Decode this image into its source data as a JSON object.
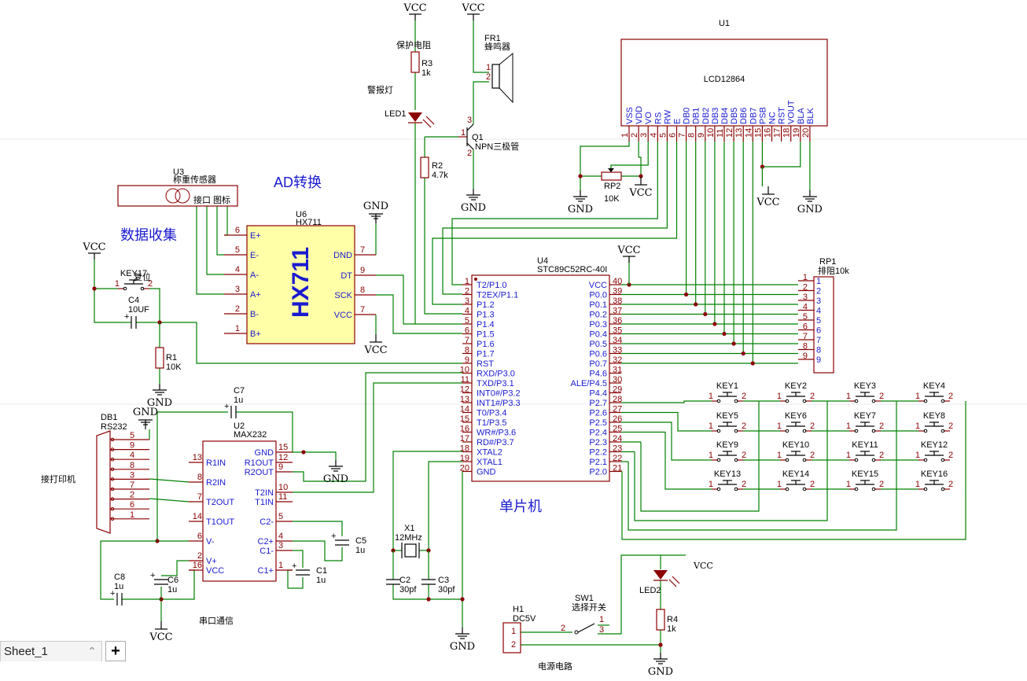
{
  "labels": {
    "ad": "AD转换",
    "data_collect": "数据收集",
    "alarm_light": "警报灯",
    "mcu": "单片机",
    "serial": "串口通信",
    "printer": "接打印机",
    "power": "电源电路"
  },
  "power": {
    "vcc": "VCC",
    "gnd": "GND"
  },
  "u1": {
    "ref": "U1",
    "name": "LCD12864",
    "pins": [
      "VSS",
      "VDD",
      "VO",
      "RS",
      "RW",
      "E",
      "DB0",
      "DB1",
      "DB2",
      "DB3",
      "DB4",
      "DB5",
      "DB6",
      "DB7",
      "PSB",
      "NC",
      "RST",
      "VOUT",
      "BLA",
      "BLK"
    ],
    "nums": [
      "1",
      "2",
      "3",
      "4",
      "5",
      "6",
      "7",
      "8",
      "9",
      "10",
      "11",
      "12",
      "13",
      "14",
      "15",
      "16",
      "17",
      "18",
      "19",
      "20"
    ]
  },
  "u4": {
    "ref": "U4",
    "name": "STC89C52RC-40I",
    "left": [
      {
        "n": "1",
        "p": "T2/P1.0"
      },
      {
        "n": "2",
        "p": "T2EX/P1.1"
      },
      {
        "n": "3",
        "p": "P1.2"
      },
      {
        "n": "4",
        "p": "P1.3"
      },
      {
        "n": "5",
        "p": "P1.4"
      },
      {
        "n": "6",
        "p": "P1.5"
      },
      {
        "n": "7",
        "p": "P1.6"
      },
      {
        "n": "8",
        "p": "P1.7"
      },
      {
        "n": "9",
        "p": "RST"
      },
      {
        "n": "10",
        "p": "RXD/P3.0"
      },
      {
        "n": "11",
        "p": "TXD/P3.1"
      },
      {
        "n": "12",
        "p": "INT0#/P3.2"
      },
      {
        "n": "13",
        "p": "INT1#/P3.3"
      },
      {
        "n": "14",
        "p": "T0/P3.4"
      },
      {
        "n": "15",
        "p": "T1/P3.5"
      },
      {
        "n": "16",
        "p": "WR#/P3.6"
      },
      {
        "n": "17",
        "p": "RD#/P3.7"
      },
      {
        "n": "18",
        "p": "XTAL2"
      },
      {
        "n": "19",
        "p": "XTAL1"
      },
      {
        "n": "20",
        "p": "GND"
      }
    ],
    "right": [
      {
        "n": "40",
        "p": "VCC"
      },
      {
        "n": "39",
        "p": "P0.0"
      },
      {
        "n": "38",
        "p": "P0.1"
      },
      {
        "n": "37",
        "p": "P0.2"
      },
      {
        "n": "36",
        "p": "P0.3"
      },
      {
        "n": "35",
        "p": "P0.4"
      },
      {
        "n": "34",
        "p": "P0.5"
      },
      {
        "n": "33",
        "p": "P0.6"
      },
      {
        "n": "32",
        "p": "P0.7"
      },
      {
        "n": "31",
        "p": "P4.6"
      },
      {
        "n": "30",
        "p": "ALE/P4.5"
      },
      {
        "n": "29",
        "p": "P4.4"
      },
      {
        "n": "28",
        "p": "P2.7"
      },
      {
        "n": "27",
        "p": "P2.6"
      },
      {
        "n": "26",
        "p": "P2.5"
      },
      {
        "n": "25",
        "p": "P2.4"
      },
      {
        "n": "24",
        "p": "P2.3"
      },
      {
        "n": "23",
        "p": "P2.2"
      },
      {
        "n": "22",
        "p": "P2.1"
      },
      {
        "n": "21",
        "p": "P2.0"
      }
    ]
  },
  "u6": {
    "ref": "U6",
    "name": "HX711",
    "big": "HX711",
    "left": [
      {
        "n": "6",
        "p": "E+"
      },
      {
        "n": "5",
        "p": "E-"
      },
      {
        "n": "4",
        "p": "A-"
      },
      {
        "n": "3",
        "p": "A+"
      },
      {
        "n": "2",
        "p": "B-"
      },
      {
        "n": "1",
        "p": "B+"
      }
    ],
    "right": [
      {
        "n": "7",
        "p": "DND"
      },
      {
        "n": "9",
        "p": "DT"
      },
      {
        "n": "8",
        "p": "SCK"
      },
      {
        "n": "7",
        "p": "VCC"
      }
    ]
  },
  "u3": {
    "ref": "U3",
    "name": "称重传感器",
    "inner": "接口",
    "inner2": "图标"
  },
  "u2": {
    "ref": "U2",
    "name": "MAX232",
    "left": [
      {
        "n": "13",
        "p": "R1IN"
      },
      {
        "n": "8",
        "p": "R2IN"
      },
      {
        "n": "7",
        "p": "T2OUT"
      },
      {
        "n": "14",
        "p": "T1OUT"
      },
      {
        "n": "6",
        "p": "V-"
      },
      {
        "n": "2",
        "p": "V+"
      },
      {
        "n": "16",
        "p": "VCC"
      }
    ],
    "right": [
      {
        "n": "15",
        "p": "GND"
      },
      {
        "n": "12",
        "p": "R1OUT"
      },
      {
        "n": "9",
        "p": "R2OUT"
      },
      {
        "n": "10",
        "p": "T2IN"
      },
      {
        "n": "11",
        "p": "T1IN"
      },
      {
        "n": "5",
        "p": "C2-"
      },
      {
        "n": "4",
        "p": "C2+"
      },
      {
        "n": "3",
        "p": "C1-"
      },
      {
        "n": "1",
        "p": "C1+"
      }
    ]
  },
  "db1": {
    "ref": "DB1",
    "name": "RS232",
    "pins": [
      "5",
      "9",
      "4",
      "8",
      "3",
      "7",
      "2",
      "6",
      "1"
    ]
  },
  "rp1": {
    "ref": "RP1",
    "name": "排阻10k",
    "pins": [
      "1",
      "2",
      "3",
      "4",
      "5",
      "6",
      "7",
      "8",
      "9"
    ]
  },
  "rp2": {
    "ref": "RP2",
    "value": "10K"
  },
  "fr1": {
    "ref": "FR1",
    "name": "蜂鸣器",
    "p1": "1",
    "p2": "2"
  },
  "r3": {
    "ref": "R3",
    "value": "1k",
    "note": "保护电阻"
  },
  "r2": {
    "ref": "R2",
    "value": "4.7k"
  },
  "r1": {
    "ref": "R1",
    "value": "10K"
  },
  "r4": {
    "ref": "R4",
    "value": "1k"
  },
  "led1": {
    "ref": "LED1"
  },
  "led2": {
    "ref": "LED2"
  },
  "q1": {
    "ref": "Q1",
    "name": "NPN三极管",
    "p1": "1",
    "p2": "2",
    "p3": "3"
  },
  "key17": {
    "ref": "KEY17",
    "name": "复位",
    "p1": "1",
    "p2": "2"
  },
  "c4": {
    "ref": "C4",
    "value": "10UF"
  },
  "c7": {
    "ref": "C7",
    "value": "1u"
  },
  "c5": {
    "ref": "C5",
    "value": "1u"
  },
  "c1": {
    "ref": "C1",
    "value": "1u"
  },
  "c6": {
    "ref": "C6",
    "value": "1u"
  },
  "c8": {
    "ref": "C8",
    "value": "1u"
  },
  "c2": {
    "ref": "C2",
    "value": "30pf"
  },
  "c3": {
    "ref": "C3",
    "value": "30pf"
  },
  "x1": {
    "ref": "X1",
    "value": "12MHz"
  },
  "h1": {
    "ref": "H1",
    "name": "DC5V",
    "p1": "1",
    "p2": "2"
  },
  "sw1": {
    "ref": "SW1",
    "name": "选择开关",
    "p1": "1",
    "p2": "2",
    "p3": "3"
  },
  "keys": [
    "KEY1",
    "KEY2",
    "KEY3",
    "KEY4",
    "KEY5",
    "KEY6",
    "KEY7",
    "KEY8",
    "KEY9",
    "KEY10",
    "KEY11",
    "KEY12",
    "KEY13",
    "KEY14",
    "KEY15",
    "KEY16"
  ],
  "key_pins": {
    "a": "1",
    "b": "2"
  },
  "sheet": {
    "tab": "Sheet_1",
    "add": "+"
  }
}
